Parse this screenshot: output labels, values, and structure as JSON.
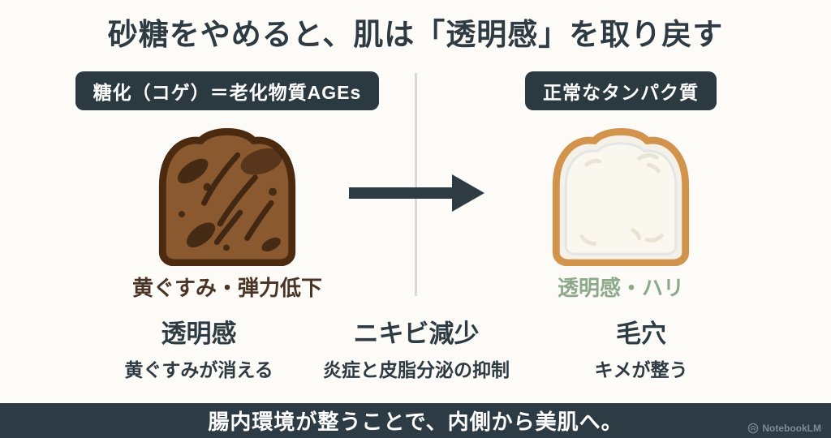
{
  "title": "砂糖をやめると、肌は「透明感」を取り戻す",
  "comparison": {
    "left": {
      "badge": "糖化（コゲ）＝老化物質AGEs",
      "caption": "黄ぐすみ・弾力低下",
      "image": "burnt-toast"
    },
    "right": {
      "badge": "正常なタンパク質",
      "caption": "透明感・ハリ",
      "image": "white-toast"
    }
  },
  "benefits": [
    {
      "title": "透明感",
      "subtitle": "黄ぐすみが消える"
    },
    {
      "title": "ニキビ減少",
      "subtitle": "炎症と皮脂分泌の抑制"
    },
    {
      "title": "毛穴",
      "subtitle": "キメが整う"
    }
  ],
  "footer": {
    "message": "腸内環境が整うことで、内側から美肌へ。",
    "watermark": "NotebookLM"
  },
  "icons": {
    "arrow": "right-arrow-icon",
    "watermark": "notebooklm-icon"
  },
  "colors": {
    "ink": "#2e3b43",
    "badge_bg": "#2b3940",
    "badge_text": "#ffffff",
    "footer_bg": "#2d3c44",
    "footer_text": "#ffffff",
    "left_caption": "#4a3425",
    "right_caption": "#8ca98b",
    "divider": "#d9d9d9",
    "burnt_toast_fill": "#8a5930",
    "burnt_toast_crust": "#4b2a10",
    "burn_marks": "#3b2310",
    "white_toast_fill": "#f6f1e6",
    "white_toast_crust": "#d2934d",
    "background": "#fcfbf7"
  }
}
